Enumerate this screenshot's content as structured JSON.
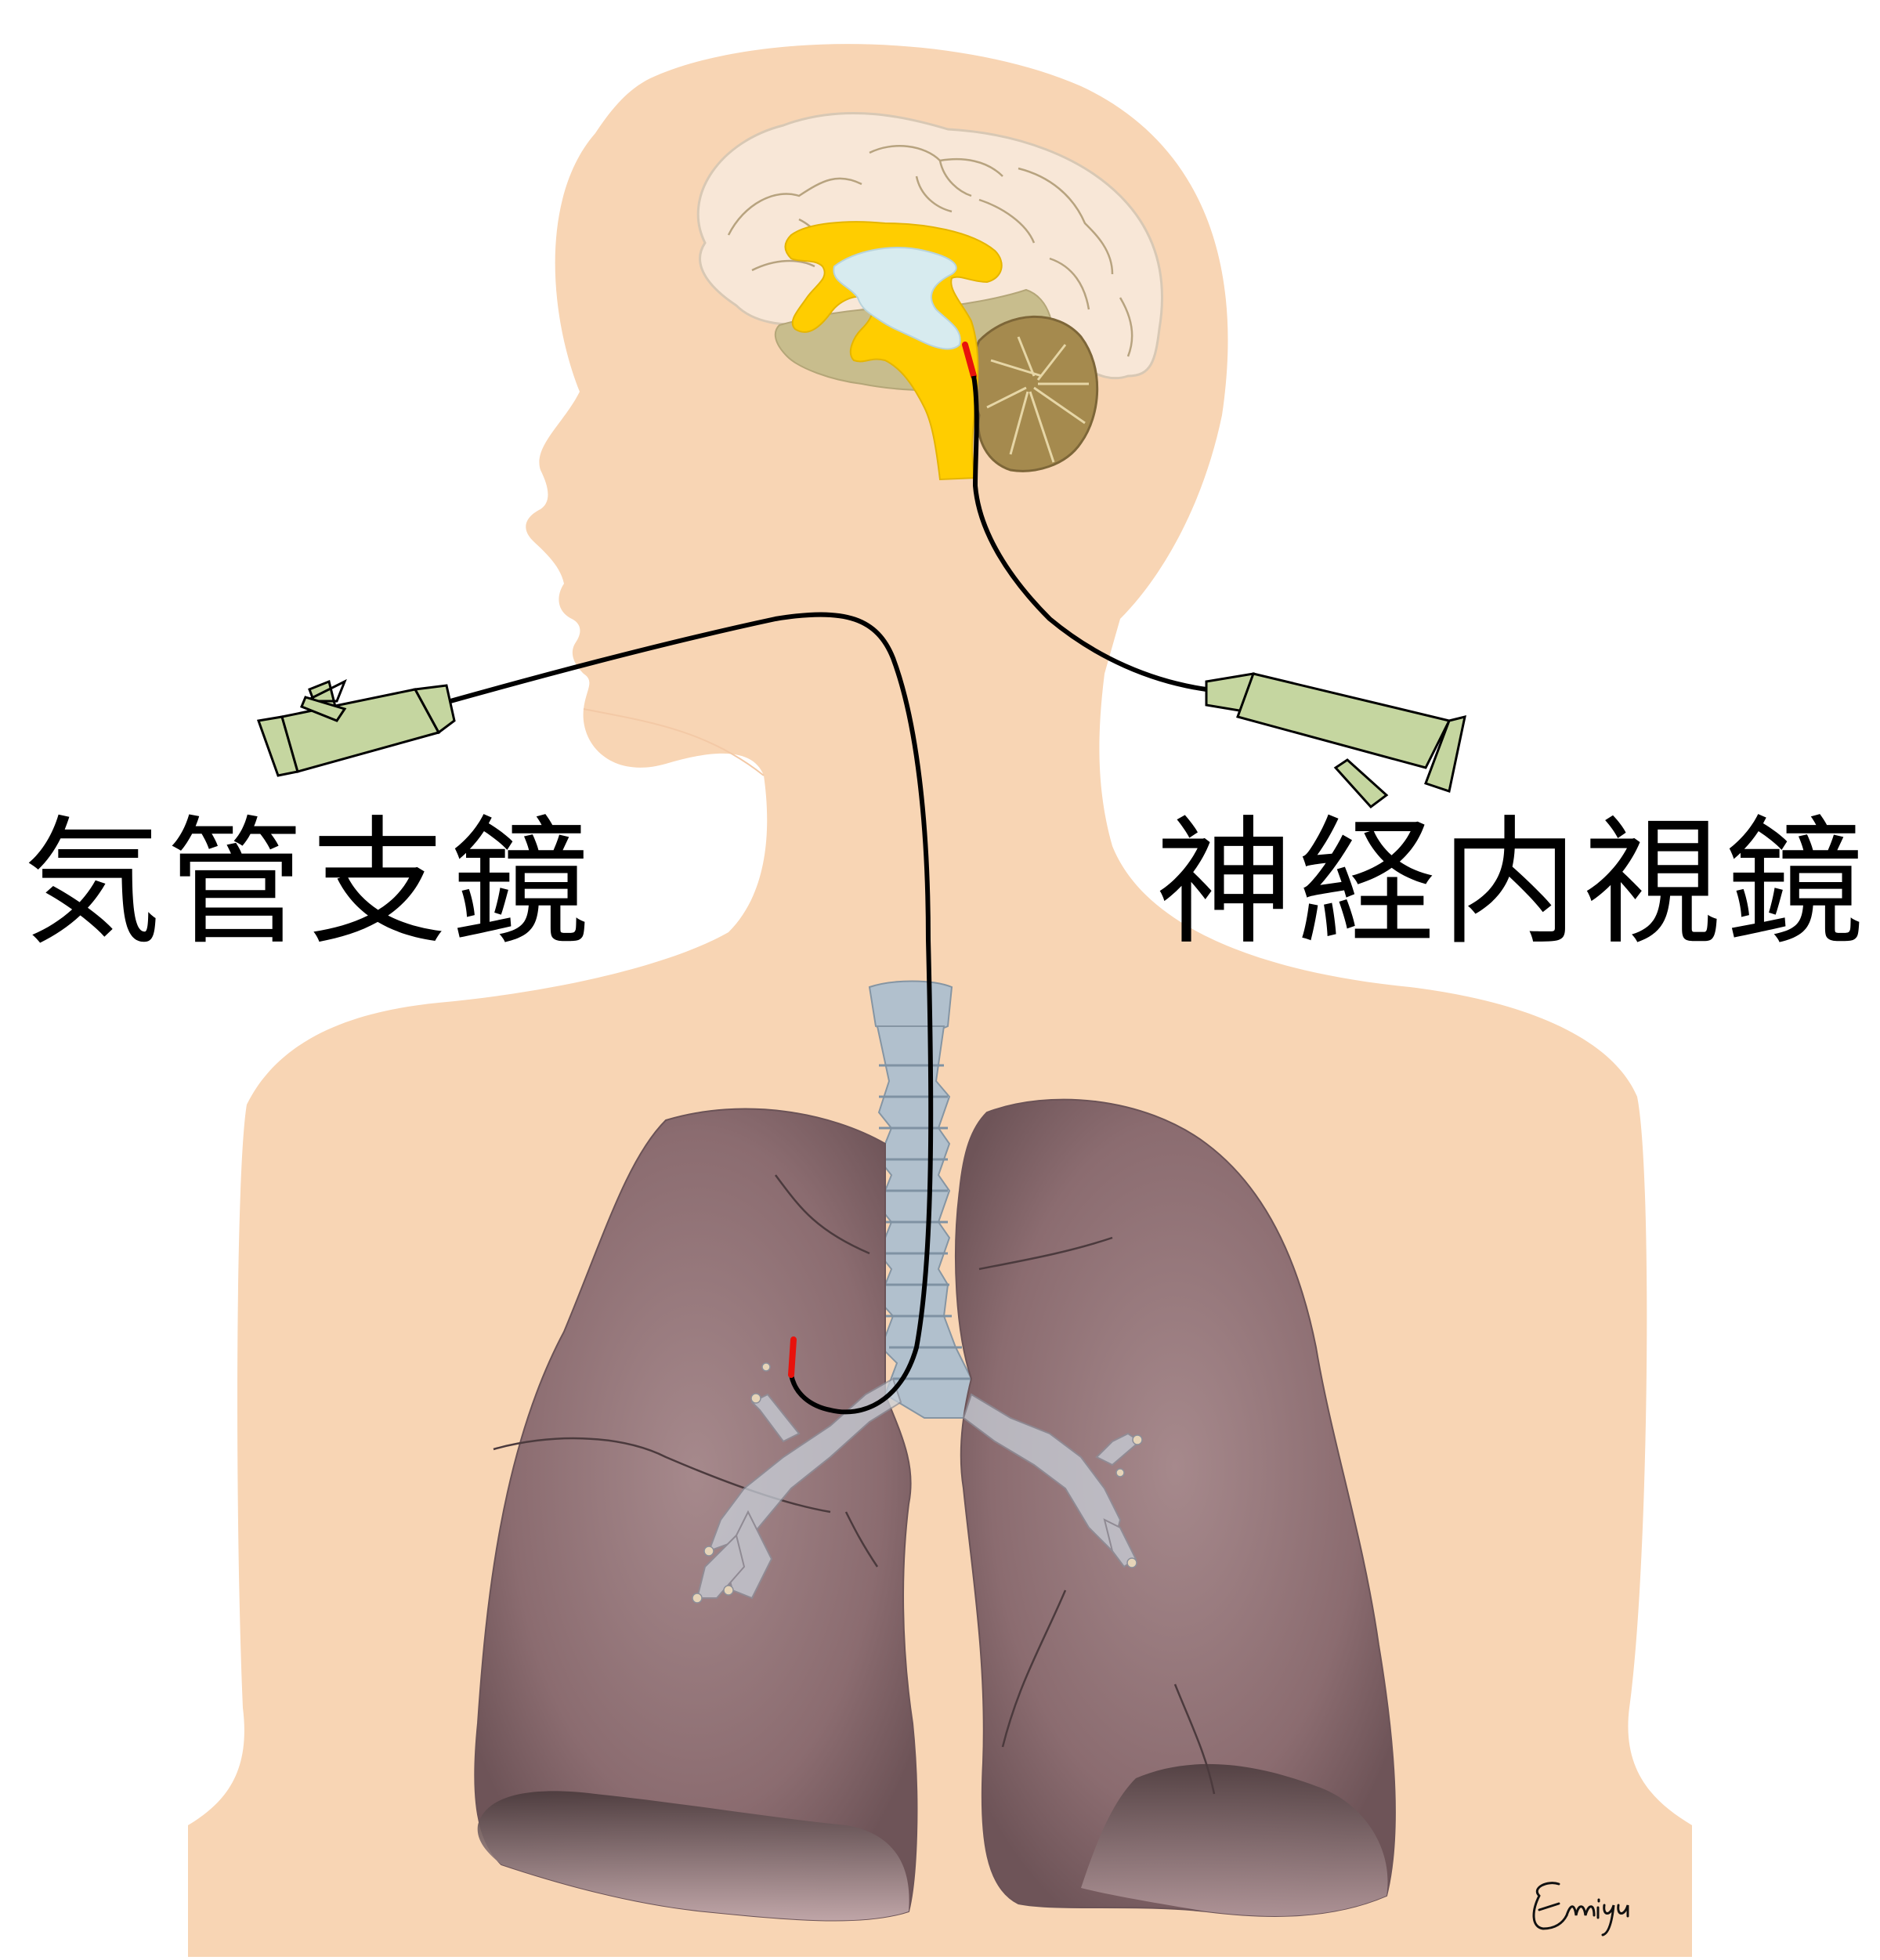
{
  "labels": {
    "bronchoscope": "気管支鏡",
    "neuroendoscope": "神経内視鏡"
  },
  "signature": "Emiyu",
  "colors": {
    "skin": "#f8d5b4",
    "lung": "#8f6f73",
    "trachea": "#aebfcf",
    "brain_cortex": "#f8e7d7",
    "ventricle_yellow": "#ffcd00",
    "ventricle_fluid": "#d7ebef",
    "cerebellum": "#a58a4e",
    "scope": "#c5d6a0",
    "scope_tip": "#e8120c",
    "cable": "#000000"
  }
}
